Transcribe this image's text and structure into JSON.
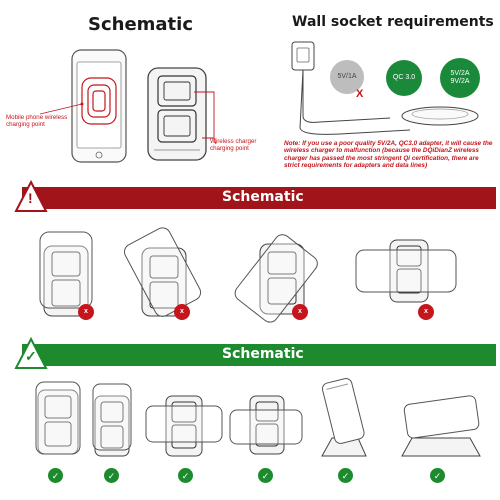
{
  "headings": {
    "schematic": "Schematic",
    "wall_socket": "Wall socket requirements"
  },
  "labels": {
    "phone_point": "Mobile phone wireless charging point",
    "charger_point": "Wireless charger charging point"
  },
  "adapters": [
    {
      "text": "5V/1A",
      "color": "#bdbdbd",
      "status": "x"
    },
    {
      "text": "QC 3.0",
      "color": "#1a8a3a"
    },
    {
      "text": "5V/2A\n9V/2A",
      "color": "#1a8a3a"
    }
  ],
  "note": "Note: If you use a poor quality 5V/2A, QC3.0 adapter, it will cause the wireless charger to malfunction (because the DQiDianZ wireless charger has passed the most stringent Qi certification, there are strict requirements for adapters and data lines)",
  "banners": {
    "wrong": {
      "label": "Schematic",
      "badge": "!",
      "color": "#a0141a"
    },
    "right": {
      "label": "Schematic",
      "badge": "✓",
      "color": "#1e8a2e"
    }
  },
  "marks": {
    "wrong": "x",
    "right": "✓"
  },
  "colors": {
    "red": "#c4161c",
    "green": "#1e8a2e",
    "dark_red": "#a0141a"
  }
}
